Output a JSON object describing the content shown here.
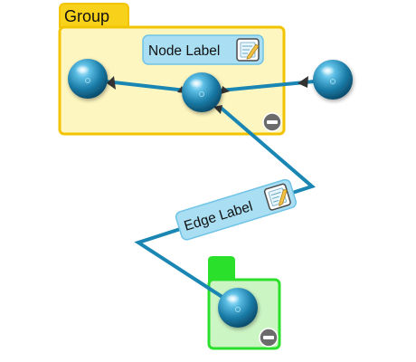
{
  "diagram": {
    "group": {
      "title": "Group",
      "fill_color": "#fdf6c0",
      "border_color": "#f2c400",
      "tab_color": "#f8d21a",
      "collapse_icon": "minus-circle-icon"
    },
    "node_label": {
      "text": "Node Label",
      "fill_color": "#a9def3",
      "edit_icon": "edit-note-icon"
    },
    "edge_label": {
      "text": "Edge Label",
      "fill_color": "#a9def3",
      "edit_icon": "edit-note-icon"
    },
    "folder": {
      "fill_color": "#ccf5c4",
      "border_color": "#2be02b",
      "collapse_icon": "minus-circle-icon"
    },
    "edge_color": "#1a86b3",
    "node_color": "#1e7ea6"
  }
}
